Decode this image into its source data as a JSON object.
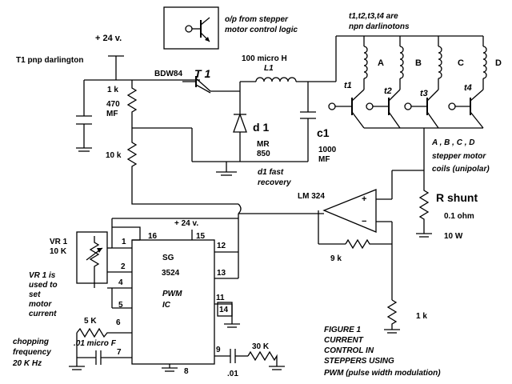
{
  "labels": {
    "output_note_1": "o/p  from stepper",
    "output_note_2": "motor control logic",
    "darl_note_1": "t1,t2,t3,t4 are",
    "darl_note_2": "npn darlinotons",
    "supply_top": "+ 24 v.",
    "t1_note": "T1 pnp darlington",
    "bdw": "BDW84",
    "t1": "T 1",
    "inductor_value": "100   micro  H",
    "l1": "L1",
    "r_1k": "1 k",
    "cap_470_1": "470",
    "cap_470_2": "MF",
    "r_10k": "10 k",
    "diode": "d 1",
    "diode_part_1": "MR",
    "diode_part_2": "850",
    "c1": "c1",
    "cap_1000_1": "1000",
    "cap_1000_2": "MF",
    "d1_fast_1": "d1  fast",
    "d1_fast_2": "recovery",
    "coil_a": "A",
    "coil_b": "B",
    "coil_c": "C",
    "coil_d": "D",
    "tr_t1": "t1",
    "tr_t2": "t2",
    "tr_t3": "t3",
    "tr_t4": "t4",
    "coils_1": "A , B , C , D",
    "coils_2": "stepper motor",
    "coils_3": "coils (unipolar)",
    "opamp": "LM 324",
    "rshunt": "R shunt",
    "rshunt_val": "0.1 ohm",
    "rshunt_w": "10 W",
    "r_9k": "9 k",
    "r_1k_b": "1  k",
    "ic_supply": "+ 24 v.",
    "ic_1": "SG",
    "ic_2": "3524",
    "ic_3": "PWM",
    "ic_4": "IC",
    "pin1": "1",
    "pin2": "2",
    "pin4": "4",
    "pin5": "5",
    "pin6": "6",
    "pin7": "7",
    "pin8": "8",
    "pin9": "9",
    "pin11": "11",
    "pin12": "12",
    "pin13": "13",
    "pin14": "14",
    "pin15": "15",
    "pin16": "16",
    "vr1_a": "VR  1",
    "vr1_b": "10 K",
    "vr1_note_1": "VR 1 is",
    "vr1_note_2": "used to",
    "vr1_note_3": "set",
    "vr1_note_4": "motor",
    "vr1_note_5": "current",
    "r_5k": "5 K",
    "cap_01": ".01 micro  F",
    "chop_1": "chopping",
    "chop_2": "frequency",
    "chop_3": "20 K Hz",
    "r_30k": "30 K",
    "cap_01b": ".01",
    "fig_1": "FIGURE     1",
    "fig_2": "CURRENT",
    "fig_3": "CONTROL IN",
    "fig_4": "STEPPERS USING",
    "fig_5": "PWM    (pulse width modulation)"
  }
}
